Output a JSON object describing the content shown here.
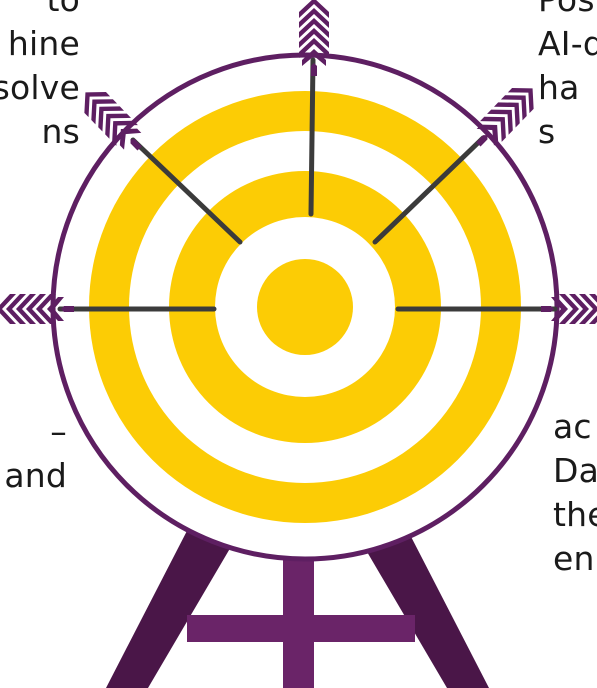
{
  "left_top_text": [
    "to",
    "hine",
    "solve",
    "ns"
  ],
  "left_bottom_text": [
    "–",
    "and"
  ],
  "right_top_text": [
    "Pos",
    "AI-d",
    "ha",
    "s"
  ],
  "right_bottom_text": [
    "ac",
    "Da",
    "the",
    "en"
  ],
  "colors": {
    "purple": "#5e1f62",
    "purple_dark": "#4a1648",
    "yellow": "#fccc05",
    "shaft": "#3b3b3b",
    "background": "#ffffff"
  },
  "icons": [
    "target-icon",
    "arrow-icon",
    "easel-stand-icon"
  ]
}
